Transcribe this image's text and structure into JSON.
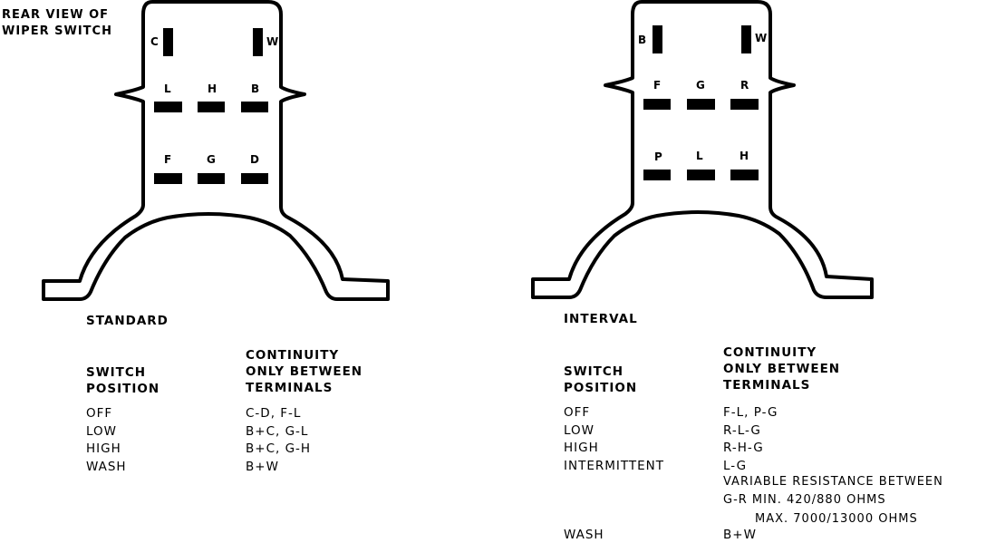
{
  "caption": {
    "line1": "REAR VIEW OF",
    "line2": "WIPER SWITCH"
  },
  "standard": {
    "title": "STANDARD",
    "top_pins": [
      "C",
      "W"
    ],
    "row1_pins": [
      "L",
      "H",
      "B"
    ],
    "row2_pins": [
      "F",
      "G",
      "D"
    ],
    "col_switch_header": [
      "SWITCH",
      "POSITION"
    ],
    "col_cont_header": [
      "CONTINUITY",
      "ONLY BETWEEN",
      "TERMINALS"
    ],
    "rows": [
      {
        "position": "OFF",
        "terminals": "C-D, F-L"
      },
      {
        "position": "LOW",
        "terminals": "B+C, G-L"
      },
      {
        "position": "HIGH",
        "terminals": "B+C, G-H"
      },
      {
        "position": "WASH",
        "terminals": "B+W"
      }
    ]
  },
  "interval": {
    "title": "INTERVAL",
    "top_pins": [
      "B",
      "W"
    ],
    "row1_pins": [
      "F",
      "G",
      "R"
    ],
    "row2_pins": [
      "P",
      "L",
      "H"
    ],
    "col_switch_header": [
      "SWITCH",
      "POSITION"
    ],
    "col_cont_header": [
      "CONTINUITY",
      "ONLY BETWEEN",
      "TERMINALS"
    ],
    "rows": [
      {
        "position": "OFF",
        "terminals": "F-L, P-G"
      },
      {
        "position": "LOW",
        "terminals": "R-L-G"
      },
      {
        "position": "HIGH",
        "terminals": "R-H-G"
      },
      {
        "position": "INTERMITTENT",
        "terminals": "L-G"
      }
    ],
    "resistance_note": {
      "line1": "VARIABLE RESISTANCE BETWEEN",
      "line2": "G-R MIN. 420/880 OHMS",
      "line3": "MAX. 7000/13000 OHMS"
    },
    "wash": {
      "position": "WASH",
      "terminals": "B+W"
    }
  }
}
